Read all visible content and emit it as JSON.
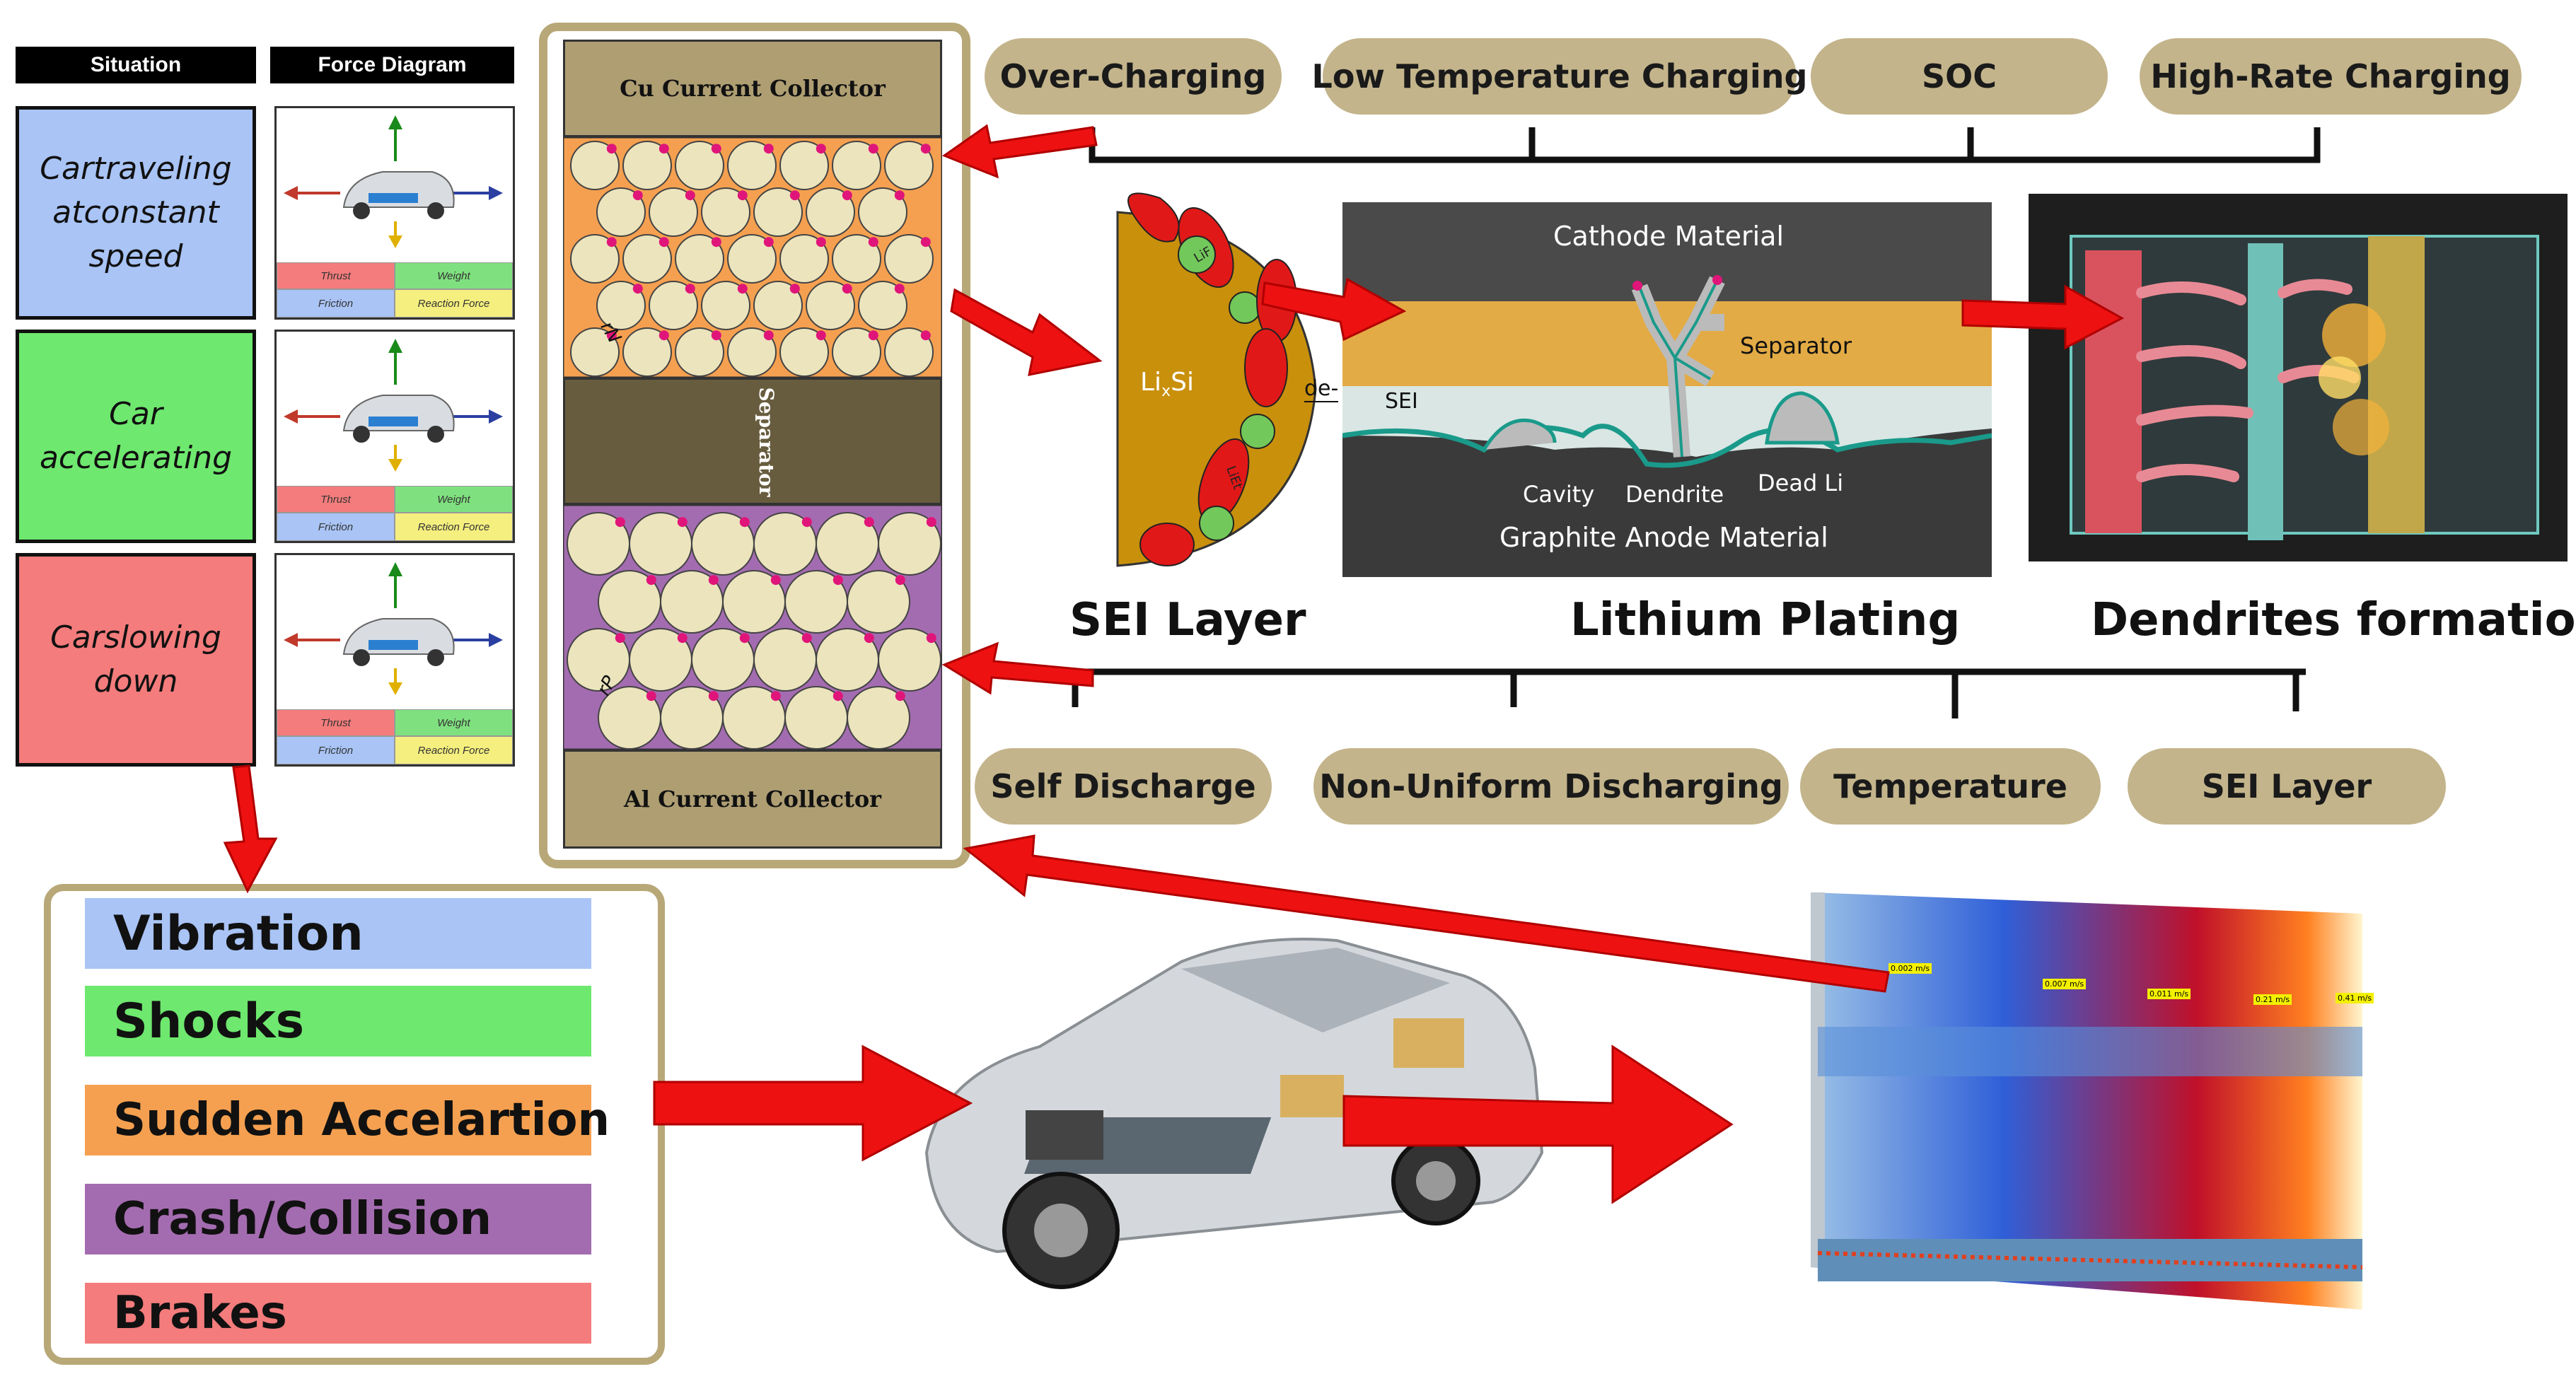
{
  "table": {
    "header_situation": "Situation",
    "header_force": "Force Diagram",
    "rows": [
      {
        "situation": "Cartraveling\natconstant\nspeed",
        "color": "#a9c4f5",
        "cells": [
          "Thrust",
          "Weight",
          "Friction",
          "Reaction Force"
        ]
      },
      {
        "situation": "Car\naccelerating",
        "color": "#6ee86e",
        "cells": [
          "Thrust",
          "Weight",
          "Friction",
          "Reaction Force"
        ]
      },
      {
        "situation": "Carslowing\ndown",
        "color": "#f47c7c",
        "cells": [
          "Thrust",
          "Weight",
          "Friction",
          "Reaction Force"
        ]
      }
    ]
  },
  "cell": {
    "cu_collector": "Cu Current Collector",
    "separator": "Separator",
    "al_collector": "Al Current Collector",
    "particle_label_top": "rN",
    "particle_label_bottom": "rP"
  },
  "top_causes": [
    "Over-Charging",
    "Low Temperature Charging",
    "SOC",
    "High-Rate Charging"
  ],
  "bottom_causes": [
    "Self Discharge",
    "Non-Uniform Discharging",
    "Temperature",
    "SEI Layer"
  ],
  "sei": {
    "core_label": "LixSi",
    "core_main": "Li",
    "core_sub": "x",
    "core_end": "Si",
    "lif": "LiF",
    "liet": "LiEt",
    "de": "de-",
    "title": "SEI Layer"
  },
  "plating": {
    "cathode": "Cathode Material",
    "separator": "Separator",
    "sei": "SEI",
    "cavity": "Cavity",
    "dendrite": "Dendrite",
    "dead_li": "Dead Li",
    "anode": "Graphite Anode Material",
    "title": "Lithium Plating"
  },
  "dendrites": {
    "title": "Dendrites formation"
  },
  "factors": [
    {
      "label": "Vibration",
      "color": "#a9c4f5"
    },
    {
      "label": "Shocks",
      "color": "#6ee86e"
    },
    {
      "label": "Sudden Accelartion",
      "color": "#f5a050"
    },
    {
      "label": "Crash/Collision",
      "color": "#a46cb0"
    },
    {
      "label": "Brakes",
      "color": "#f47c7c"
    }
  ],
  "simulation": {
    "velocity_labels": [
      "0.002 m/s",
      "0.007 m/s",
      "0.011 m/s",
      "0.21 m/s",
      "0.41 m/s"
    ]
  },
  "colors": {
    "pill": "#c3b48b",
    "frame": "#b8a878",
    "arrow": "#ee1111",
    "collector": "#ae9e72",
    "anode": "#f5a050",
    "cathode": "#a46cb0",
    "separator": "#675c3e",
    "particle": "#ece4bd",
    "li_dot": "#e0157a"
  }
}
